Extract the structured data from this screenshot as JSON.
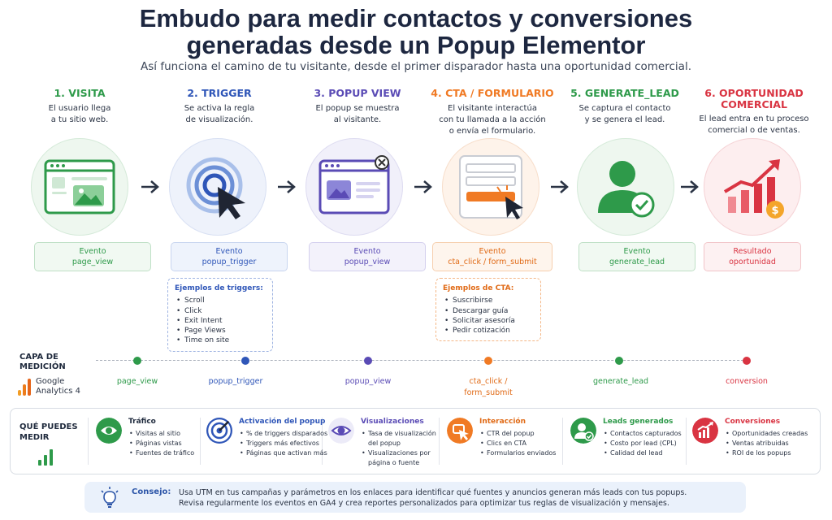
{
  "header": {
    "title_line1": "Embudo para medir contactos y conversiones",
    "title_line2": "generadas desde un Popup Elementor",
    "subtitle": "Así funciona el camino de tu visitante, desde el primer disparador hasta una oportunidad comercial."
  },
  "colors": {
    "green": "#2e9a4a",
    "blue": "#2f56b8",
    "purple": "#5a4bb5",
    "orange": "#f07a24",
    "red": "#d93442",
    "dark": "#1d2740"
  },
  "steps": [
    {
      "title": "1. VISITA",
      "desc_line1": "El usuario llega",
      "desc_line2": "a tu sitio web.",
      "desc_line3": "",
      "event_line1": "Evento",
      "event_line2": "page_view",
      "icon": "browser-window-icon"
    },
    {
      "title": "2. TRIGGER",
      "desc_line1": "Se activa la regla",
      "desc_line2": "de visualización.",
      "desc_line3": "",
      "event_line1": "Evento",
      "event_line2": "popup_trigger",
      "icon": "target-cursor-icon"
    },
    {
      "title": "3. POPUP VIEW",
      "desc_line1": "El popup se muestra",
      "desc_line2": "al visitante.",
      "desc_line3": "",
      "event_line1": "Evento",
      "event_line2": "popup_view",
      "icon": "popup-window-icon"
    },
    {
      "title": "4. CTA / FORMULARIO",
      "desc_line1": "El visitante interactúa",
      "desc_line2": "con tu llamada a la acción",
      "desc_line3": "o envía el formulario.",
      "event_line1": "Evento",
      "event_line2": "cta_click / form_submit",
      "icon": "form-click-icon"
    },
    {
      "title": "5. GENERATE_LEAD",
      "desc_line1": "Se captura el contacto",
      "desc_line2": "y se genera el lead.",
      "desc_line3": "",
      "event_line1": "Evento",
      "event_line2": "generate_lead",
      "icon": "user-check-icon"
    },
    {
      "title_line1": "6. OPORTUNIDAD",
      "title_line2": "COMERCIAL",
      "desc_line1": "El lead entra en tu proceso",
      "desc_line2": "comercial o de ventas.",
      "desc_line3": "",
      "event_line1": "Resultado",
      "event_line2": "oportunidad",
      "icon": "growth-chart-icon"
    }
  ],
  "trigger_examples": {
    "title": "Ejemplos de triggers:",
    "items": [
      "Scroll",
      "Click",
      "Exit Intent",
      "Page Views",
      "Time on site"
    ]
  },
  "cta_examples": {
    "title": "Ejemplos de CTA:",
    "items": [
      "Suscribirse",
      "Descargar guía",
      "Solicitar asesoría",
      "Pedir cotización"
    ]
  },
  "measurement": {
    "label_line1": "CAPA DE",
    "label_line2": "MEDICIÓN",
    "ga_line1": "Google",
    "ga_line2": "Analytics 4",
    "events": [
      {
        "line1": "page_view",
        "line2": ""
      },
      {
        "line1": "popup_trigger",
        "line2": ""
      },
      {
        "line1": "popup_view",
        "line2": ""
      },
      {
        "line1": "cta_click /",
        "line2": "form_submit"
      },
      {
        "line1": "generate_lead",
        "line2": ""
      },
      {
        "line1": "conversion",
        "line2": ""
      }
    ]
  },
  "measure_panel": {
    "label_line1": "QUÉ PUEDES",
    "label_line2": "MEDIR",
    "metrics": [
      {
        "title": "Tráfico",
        "items": [
          "Visitas al sitio",
          "Páginas vistas",
          "Fuentes de tráfico"
        ],
        "icon": "eye-icon"
      },
      {
        "title": "Activación del popup",
        "items": [
          "% de triggers disparados",
          "Triggers más efectivos",
          "Páginas que activan más"
        ],
        "icon": "target-icon"
      },
      {
        "title": "Visualizaciones",
        "items": [
          "Tasa de visualización",
          "del popup",
          "Visualizaciones por",
          "página o fuente"
        ],
        "icon": "eye-icon"
      },
      {
        "title": "Interacción",
        "items": [
          "CTR del popup",
          "Clics en CTA",
          "Formularios enviados"
        ],
        "icon": "click-icon"
      },
      {
        "title": "Leads generados",
        "items": [
          "Contactos capturados",
          "Costo por lead (CPL)",
          "Calidad del lead"
        ],
        "icon": "user-check-icon"
      },
      {
        "title": "Conversiones",
        "items": [
          "Oportunidades creadas",
          "Ventas atribuidas",
          "ROI de los popups"
        ],
        "icon": "chart-icon"
      }
    ]
  },
  "tip": {
    "label": "Consejo:",
    "line1": "Usa UTM en tus campañas y parámetros en los enlaces para identificar qué fuentes y anuncios generan más leads con tus popups.",
    "line2": "Revisa regularmente los eventos en GA4 y crea reportes personalizados para optimizar tus reglas de visualización y mensajes."
  }
}
